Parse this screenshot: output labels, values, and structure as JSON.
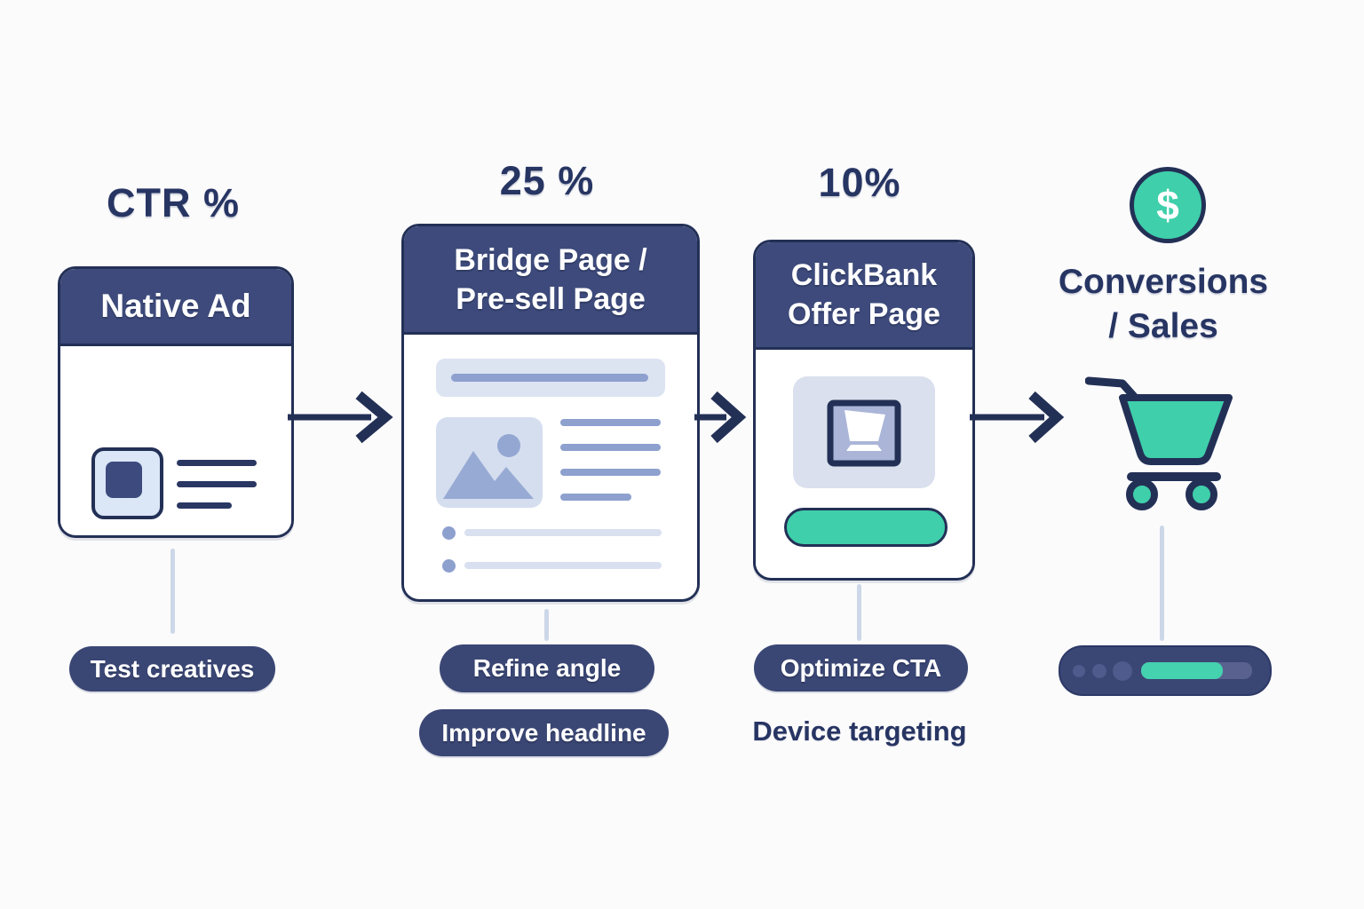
{
  "funnel": {
    "stage1": {
      "metric_label": "CTR %",
      "card_title": "Native Ad",
      "action_label": "Test creatives"
    },
    "stage2": {
      "metric_label": "25 %",
      "card_title_line1": "Bridge Page /",
      "card_title_line2": "Pre-sell Page",
      "action_label_1": "Refine angle",
      "action_label_2": "Improve headline"
    },
    "stage3": {
      "metric_label": "10%",
      "card_title_line1": "ClickBank",
      "card_title_line2": "Offer Page",
      "action_label": "Optimize CTA",
      "secondary_action_label": "Device targeting"
    },
    "stage4": {
      "title_line1": "Conversions",
      "title_line2": "/ Sales",
      "currency_symbol": "$"
    }
  },
  "colors": {
    "navy_border": "#233056",
    "navy_header": "#3d4a7b",
    "navy_pill": "#3a4674",
    "navy_text": "#273563",
    "teal": "#3fcfab",
    "light_panel": "#dce3f1",
    "mid_blue": "#8da0ce",
    "light_line": "#d9e0ef",
    "connector": "#ccd7e8"
  }
}
